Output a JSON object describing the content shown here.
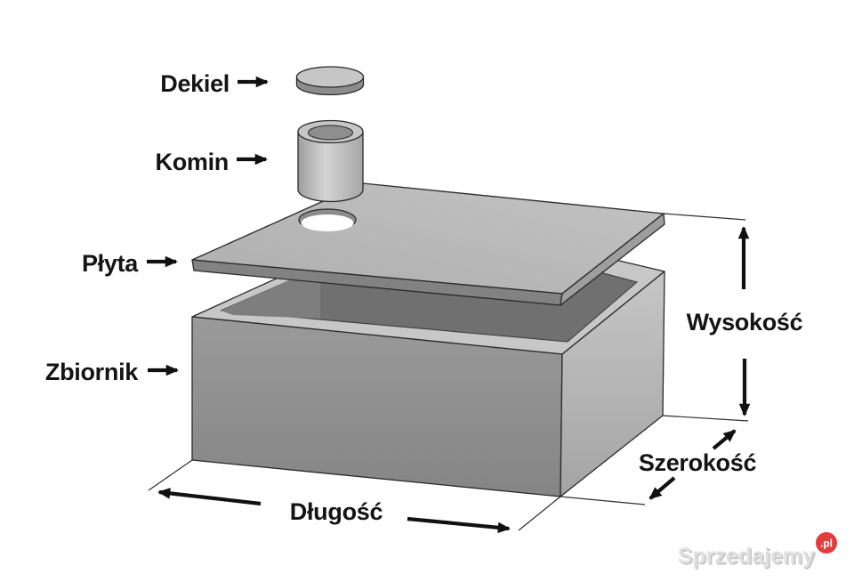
{
  "diagram": {
    "parts": {
      "dekiel": "Dekiel",
      "komin": "Komin",
      "plyta": "Płyta",
      "zbiornik": "Zbiornik"
    },
    "dimensions": {
      "wysokosc": "Wysokość",
      "szerokosc": "Szerokość",
      "dlugosc": "Długość"
    },
    "colors": {
      "background": "#ffffff",
      "outline": "#2a2a2a",
      "label_text": "#141414",
      "concrete_light": "#c7c7c7",
      "concrete_mid": "#8f8f8f",
      "concrete_dark": "#6f6f6f"
    }
  },
  "watermark": {
    "brand": "Sprzedajemy",
    "badge": ".pl",
    "badge_color": "#e23d3d"
  }
}
